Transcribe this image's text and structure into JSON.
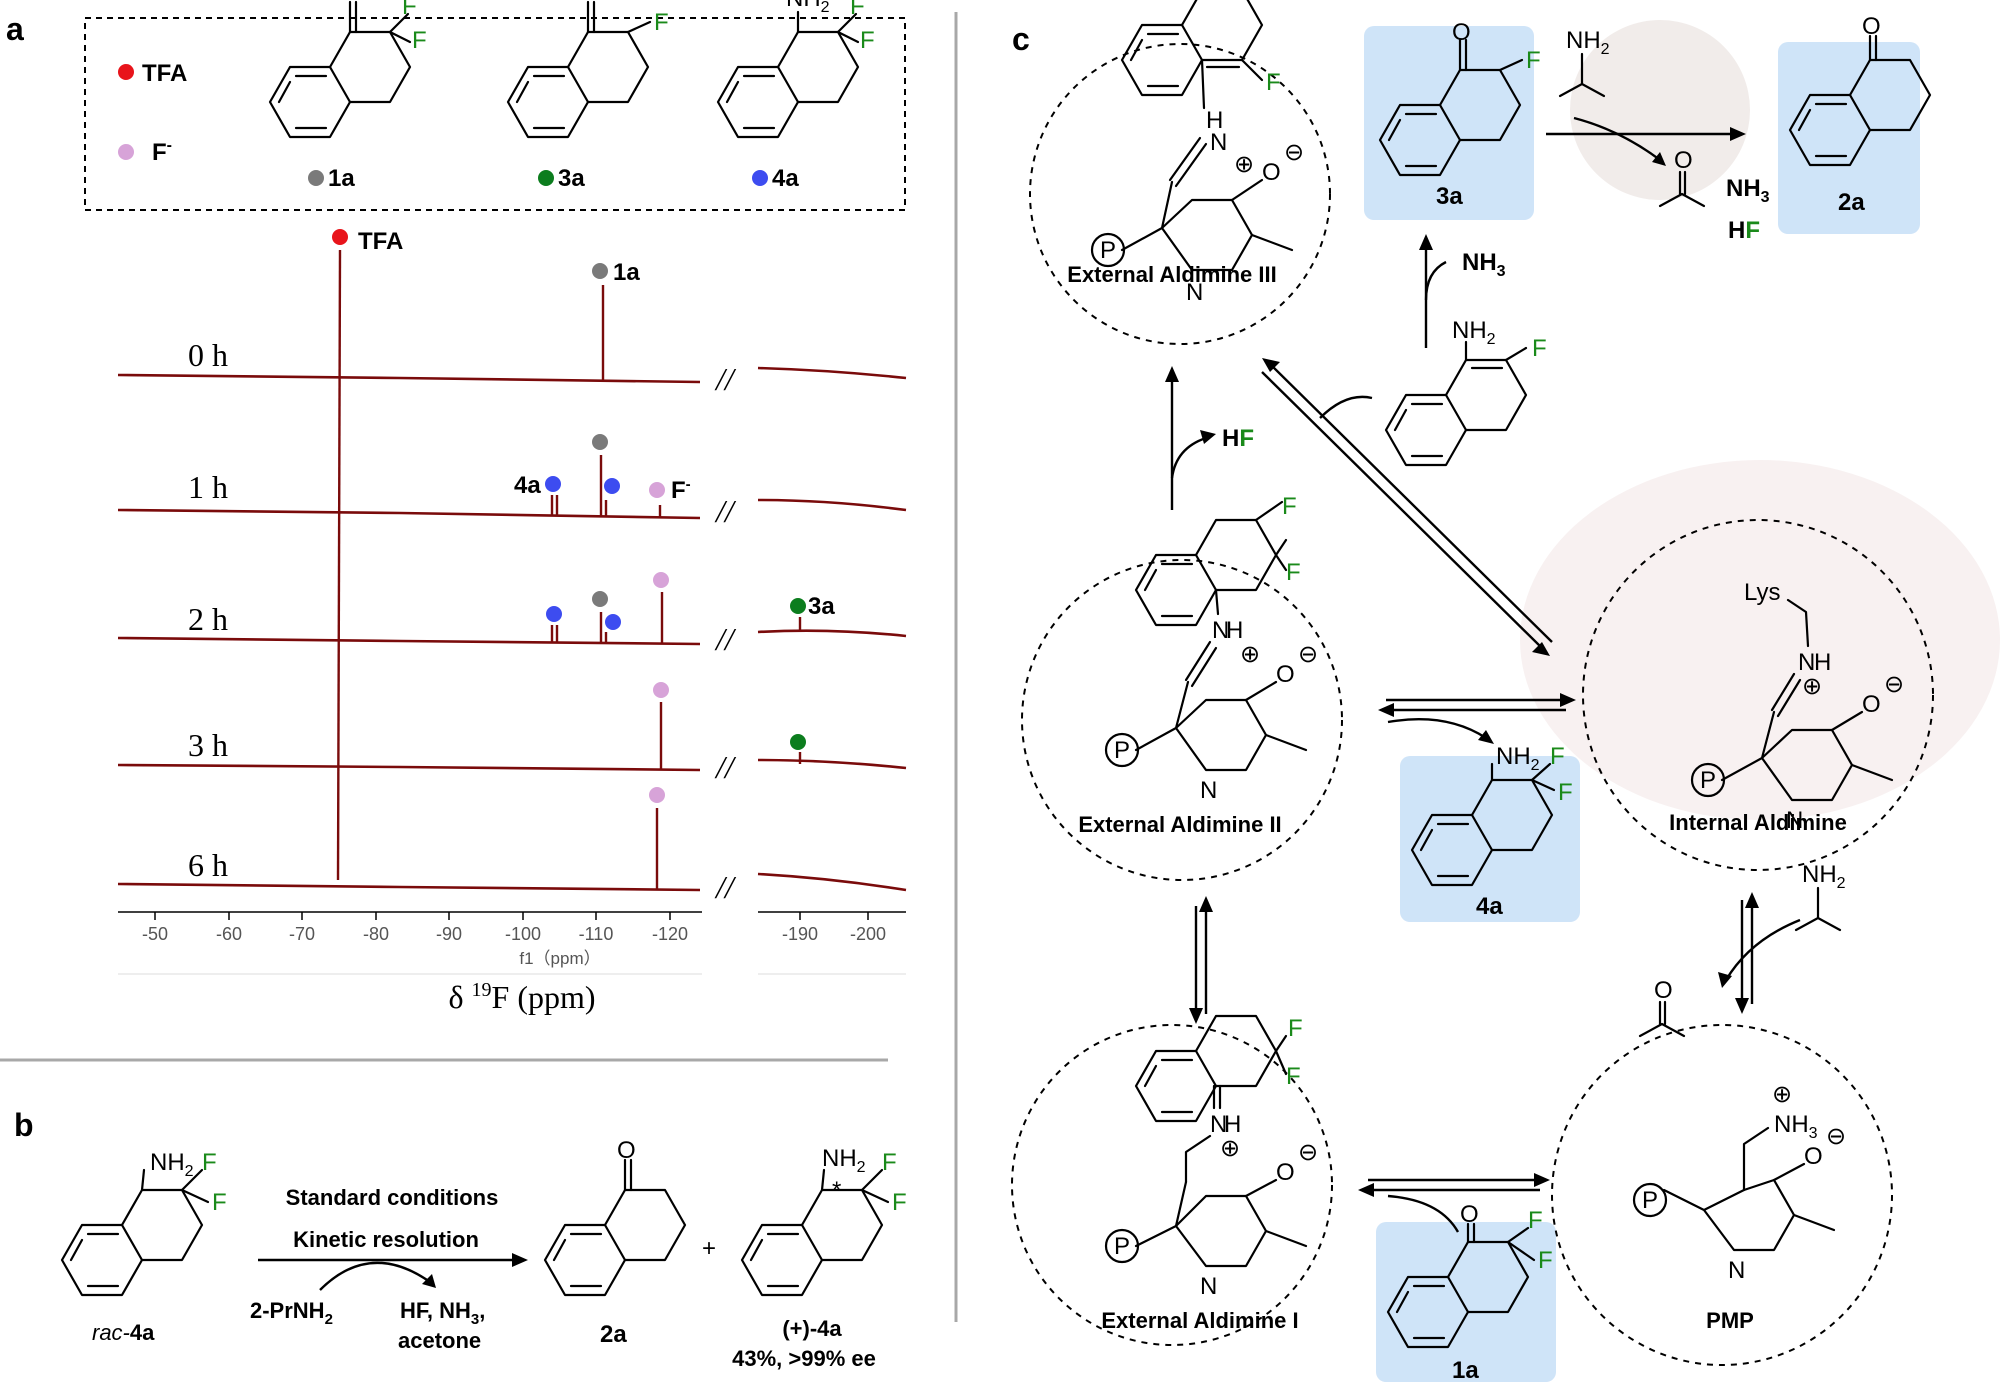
{
  "panels": {
    "a": "a",
    "b": "b",
    "c": "c"
  },
  "legend": {
    "tfa": "TFA",
    "fluoride": "F",
    "fluoride_sup": "-",
    "c1a": "1a",
    "c3a": "3a",
    "c4a": "4a",
    "colors": {
      "tfa": "#e8141b",
      "fluoride": "#d7a3d8",
      "c1a": "#7a7a7a",
      "c3a": "#0c7d1e",
      "c4a": "#3d4cf0"
    }
  },
  "spectrum": {
    "times": [
      "0 h",
      "1 h",
      "2 h",
      "3 h",
      "6 h"
    ],
    "peak_labels": {
      "tfa": "TFA",
      "c1a": "1a",
      "c4a": "4a",
      "fluoride": "F",
      "fluoride_sup": "-",
      "c3a": "3a"
    },
    "break_mark": "//",
    "axis_ticks_left": [
      "-50",
      "-60",
      "-70",
      "-80",
      "-90",
      "-100",
      "-110",
      "-120"
    ],
    "axis_ticks_right": [
      "-190",
      "-200"
    ],
    "f1_label": "f1（ppm）",
    "axis_title_prefix": "δ ",
    "axis_title_sup": "19",
    "axis_title_suffix": "F (ppm)"
  },
  "panel_b": {
    "reactant": "rac-4a",
    "reactant_prefix": "rac-",
    "reactant_bold": "4a",
    "conditions_top1": "Standard conditions",
    "conditions_top2": "Kinetic resolution",
    "reagent_in": "2-PrNH",
    "reagent_in_sub": "2",
    "byproducts1": "HF, NH",
    "byproducts1_sub": "3",
    "byproducts1_end": ",",
    "byproducts2": "acetone",
    "product1": "2a",
    "plus": "+",
    "product2": "(+)-4a",
    "product2_yield": "43%, >99% ee"
  },
  "panel_c": {
    "ext_aldimine_3": "External Aldimine III",
    "ext_aldimine_2": "External Aldimine II",
    "ext_aldimine_1": "External Aldimine I",
    "internal_aldimine": "Internal Aldimine",
    "pmp": "PMP",
    "c3a": "3a",
    "c2a": "2a",
    "c4a": "4a",
    "c1a": "1a",
    "nh3": "NH",
    "nh3_sub": "3",
    "hf_h": "H",
    "hf_f": "F",
    "lys": "Lys",
    "p": "P"
  }
}
